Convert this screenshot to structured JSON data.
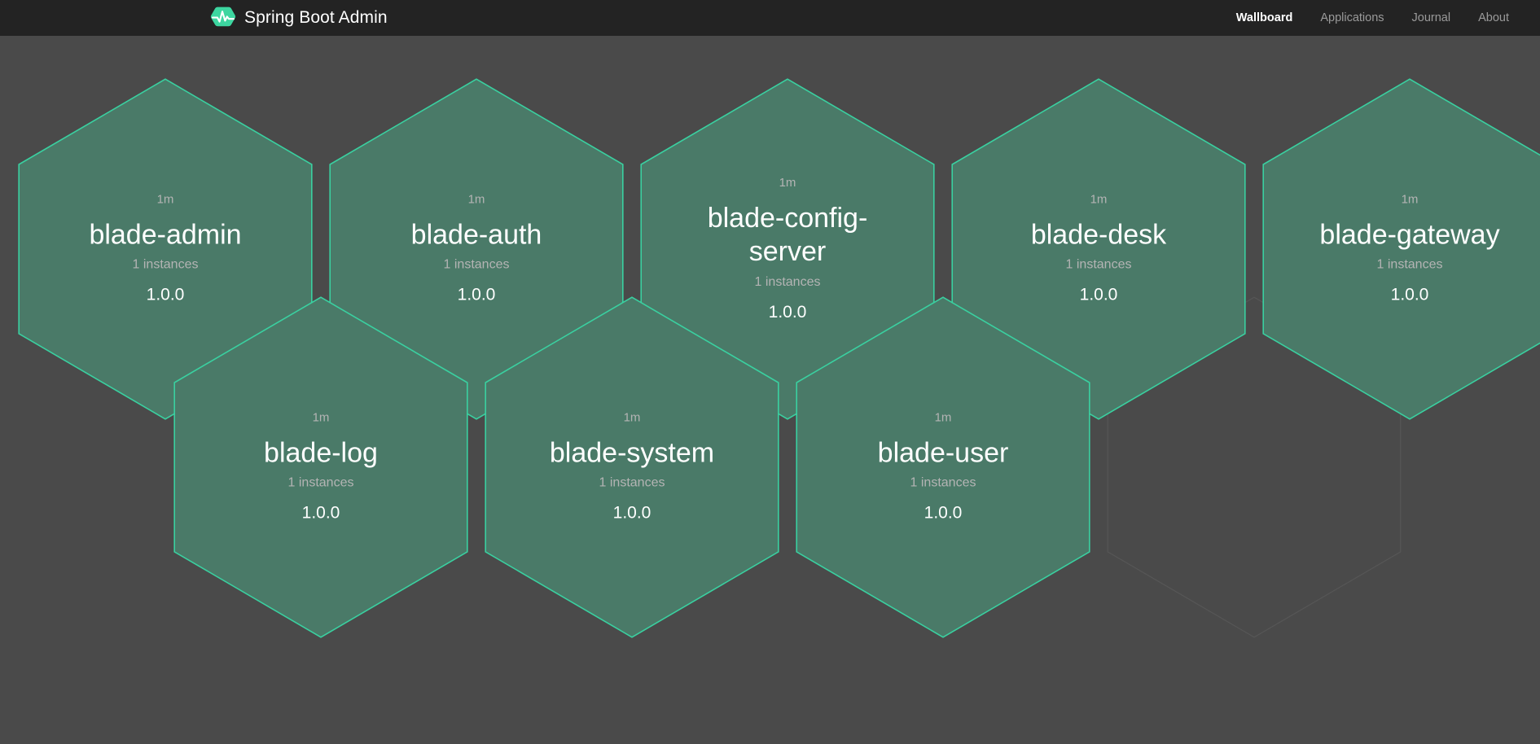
{
  "header": {
    "brand": {
      "title": "Spring Boot Admin",
      "logo_icon": "heartbeat-hexagon-icon",
      "logo_color": "#3dd6a0"
    },
    "nav": [
      {
        "label": "Wallboard",
        "active": true,
        "name": "nav-link-wallboard"
      },
      {
        "label": "Applications",
        "active": false,
        "name": "nav-link-applications"
      },
      {
        "label": "Journal",
        "active": false,
        "name": "nav-link-journal"
      },
      {
        "label": "About",
        "active": false,
        "name": "nav-link-about"
      }
    ]
  },
  "theme": {
    "page_background": "#4a4a4a",
    "navbar_background": "#232323",
    "hex_fill": "#4a7a68",
    "hex_border": "#3ad0a0",
    "empty_hex_fill": "#4a4a4a",
    "empty_hex_border": "#565656",
    "muted_text": "#b4b4b4",
    "primary_text": "#ffffff",
    "nav_inactive_text": "#9a9a9a"
  },
  "wallboard": {
    "hex_width": 362,
    "hex_height": 420,
    "col_pitch": 382,
    "row_pitch": 268,
    "applications": [
      {
        "name": "blade-admin",
        "uptime": "1m",
        "instances": "1 instances",
        "version": "1.0.0",
        "status": "up",
        "row": 0,
        "col": 0
      },
      {
        "name": "blade-auth",
        "uptime": "1m",
        "instances": "1 instances",
        "version": "1.0.0",
        "status": "up",
        "row": 0,
        "col": 1
      },
      {
        "name": "blade-config-server",
        "uptime": "1m",
        "instances": "1 instances",
        "version": "1.0.0",
        "status": "up",
        "row": 0,
        "col": 2
      },
      {
        "name": "blade-desk",
        "uptime": "1m",
        "instances": "1 instances",
        "version": "1.0.0",
        "status": "up",
        "row": 0,
        "col": 3
      },
      {
        "name": "blade-gateway",
        "uptime": "1m",
        "instances": "1 instances",
        "version": "1.0.0",
        "status": "up",
        "row": 0,
        "col": 4
      },
      {
        "name": "blade-log",
        "uptime": "1m",
        "instances": "1 instances",
        "version": "1.0.0",
        "status": "up",
        "row": 1,
        "col": 0
      },
      {
        "name": "blade-system",
        "uptime": "1m",
        "instances": "1 instances",
        "version": "1.0.0",
        "status": "up",
        "row": 1,
        "col": 1
      },
      {
        "name": "blade-user",
        "uptime": "1m",
        "instances": "1 instances",
        "version": "1.0.0",
        "status": "up",
        "row": 1,
        "col": 2
      }
    ],
    "empty_slots": [
      {
        "row": 1,
        "col": 3
      }
    ]
  }
}
